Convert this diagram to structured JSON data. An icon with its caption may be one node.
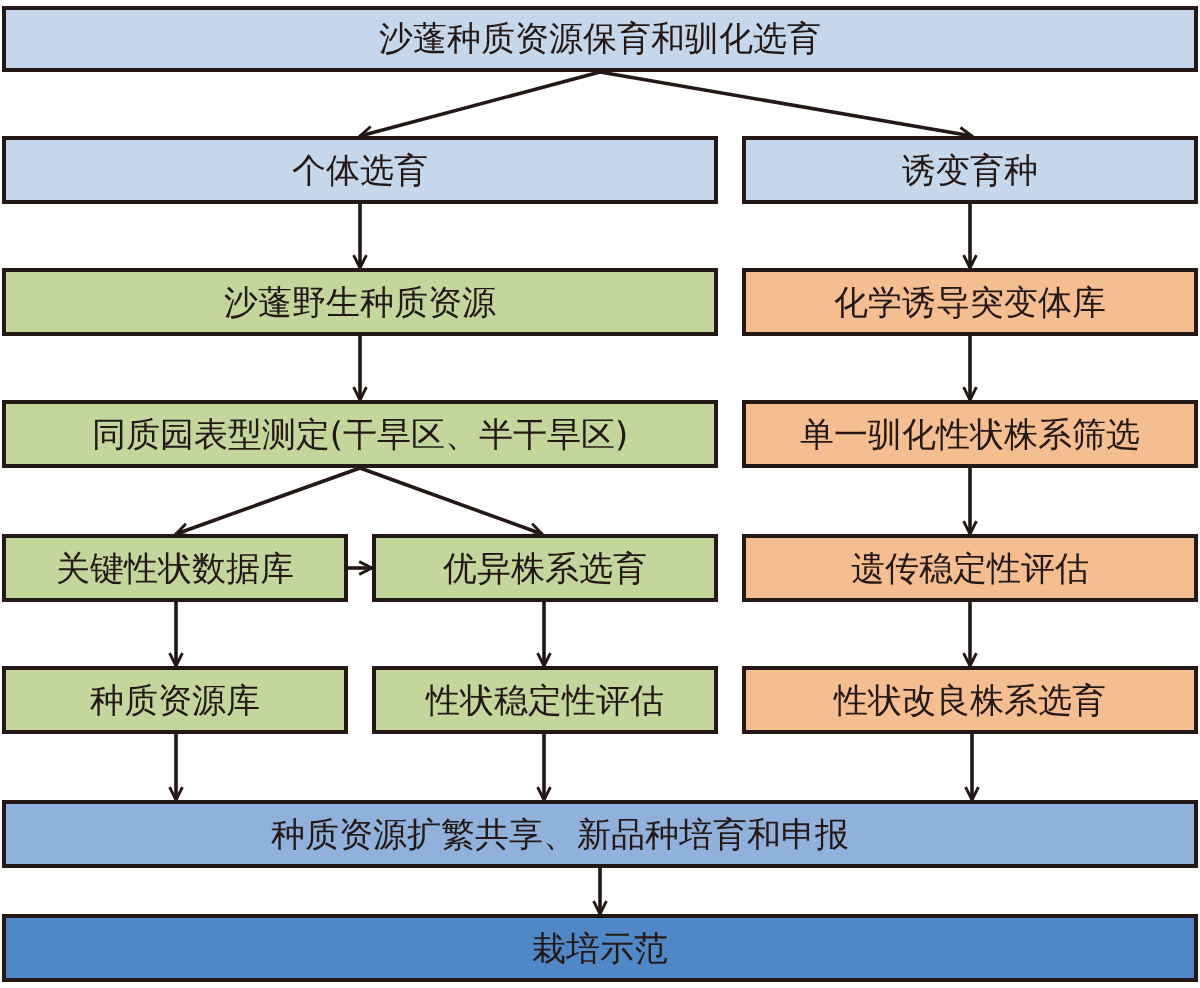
{
  "diagram": {
    "nodes": [
      {
        "text": [
          "沙蓬种质资源保育和驯化选育"
        ]
      },
      {
        "text": [
          "个体选育"
        ]
      },
      {
        "text": [
          "诱变育种"
        ]
      },
      {
        "text": [
          "沙蓬野生种质资源"
        ]
      },
      {
        "text": [
          "化学诱导突变体库"
        ]
      },
      {
        "text": [
          "同质园表型测定(干旱区、半干旱区)"
        ]
      },
      {
        "text": [
          "单一驯化性状株系筛选"
        ]
      },
      {
        "text": [
          "关键性状数据库"
        ]
      },
      {
        "text": [
          "优异株系选育"
        ]
      },
      {
        "text": [
          "遗传稳定性评估"
        ]
      },
      {
        "text": [
          "种质资源库"
        ]
      },
      {
        "text": [
          "性状稳定性评估"
        ]
      },
      {
        "text": [
          "性状改良株系选育"
        ]
      },
      {
        "text": [
          "种质资源扩繁共享、新品种培育和申报"
        ]
      },
      {
        "text": [
          "栽培示范"
        ]
      }
    ],
    "edges": [
      {
        "from": 0,
        "to": 1,
        "arrow": "to"
      },
      {
        "from": 0,
        "to": 2,
        "arrow": "to"
      },
      {
        "from": 1,
        "to": 3,
        "arrow": "to"
      },
      {
        "from": 2,
        "to": 4,
        "arrow": "to"
      },
      {
        "from": 3,
        "to": 5,
        "arrow": "to"
      },
      {
        "from": 4,
        "to": 6,
        "arrow": "to"
      },
      {
        "from": 5,
        "to": 7,
        "arrow": "to"
      },
      {
        "from": 5,
        "to": 8,
        "arrow": "to"
      },
      {
        "from": 6,
        "to": 9,
        "arrow": "to"
      },
      {
        "from": 7,
        "to": 8,
        "arrow": "to"
      },
      {
        "from": 7,
        "to": 10,
        "arrow": "to"
      },
      {
        "from": 8,
        "to": 11,
        "arrow": "to"
      },
      {
        "from": 9,
        "to": 12,
        "arrow": "to"
      },
      {
        "from": 10,
        "to": 13,
        "arrow": "to"
      },
      {
        "from": 11,
        "to": 13,
        "arrow": "to"
      },
      {
        "from": 12,
        "to": 13,
        "arrow": "to"
      },
      {
        "from": 13,
        "to": 14,
        "arrow": "to"
      }
    ]
  }
}
